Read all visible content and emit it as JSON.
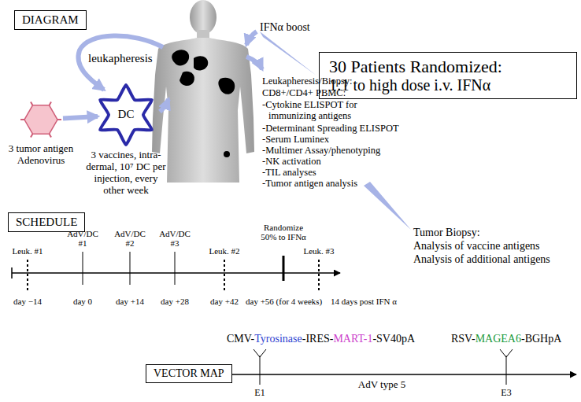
{
  "diagram": {
    "nodes": [
      {
        "text": [
          "DIAGRAM"
        ]
      },
      {
        "text": [
          "3 tumor antigen Adenovirus"
        ]
      },
      {
        "text": [
          "DC",
          "3 vaccines, intra-dermal, 10⁷ DC per injection, every other week"
        ]
      },
      {
        "text": [
          "30 Patients Randomized:",
          "1:1 to high dose i.v. IFNα"
        ]
      },
      {
        "text": [
          "SCHEDULE"
        ]
      },
      {
        "text": [
          "VECTOR MAP"
        ]
      }
    ],
    "edges": [
      {
        "from": 1,
        "to": 2,
        "arrow": "to"
      }
    ],
    "labels": [
      "leukapheresis",
      "IFNα boost",
      "Leukapheresis/Biopsy:",
      "CD8+/CD4+ PBMC:",
      "-Cytokine ELISPOT for immunizing antigens",
      "-Determinant Spreading ELISPOT",
      "-Serum Luminex",
      "-Multimer Assay/phenotyping",
      "-NK activation",
      "-TIL analyses",
      "-Tumor antigen analysis",
      "Tumor Biopsy:",
      "Analysis of vaccine antigens",
      "Analysis of additional antigens",
      "Leuk. #1",
      "AdV/DC #1",
      "AdV/DC #2",
      "AdV/DC #3",
      "Leuk. #2",
      "Randomize 50% to IFNα",
      "Leuk. #3",
      "day −14",
      "day 0",
      "day +14",
      "day +28",
      "day +42",
      "day +56 (for 4 weeks)",
      "14 days post IFN α",
      "CMV-",
      "Tyrosinase",
      "-IRES-",
      "MART-1",
      "-SV40pA",
      "RSV-",
      "MAGEA6",
      "-BGHpA",
      "E1",
      "E3",
      "AdV type 5"
    ]
  }
}
